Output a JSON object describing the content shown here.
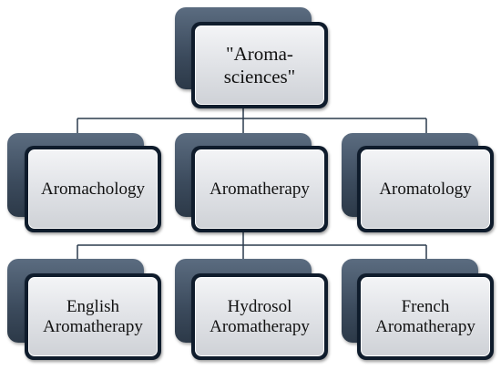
{
  "diagram": {
    "root": {
      "label": "\"Aroma-\nsciences\""
    },
    "level1": [
      {
        "label": "Aromachology"
      },
      {
        "label": "Aromatherapy"
      },
      {
        "label": "Aromatology"
      }
    ],
    "level2": [
      {
        "label": "English\nAromatherapy"
      },
      {
        "label": "Hydrosol\nAromatherapy"
      },
      {
        "label": "French\nAromatherapy"
      }
    ]
  },
  "colors": {
    "card_back": "#3b4a5c",
    "card_front_border": "#0f1c2c",
    "card_face_top": "#f3f4f6",
    "card_face_bottom": "#cfd2d7",
    "connector": "#2b3b4d"
  }
}
